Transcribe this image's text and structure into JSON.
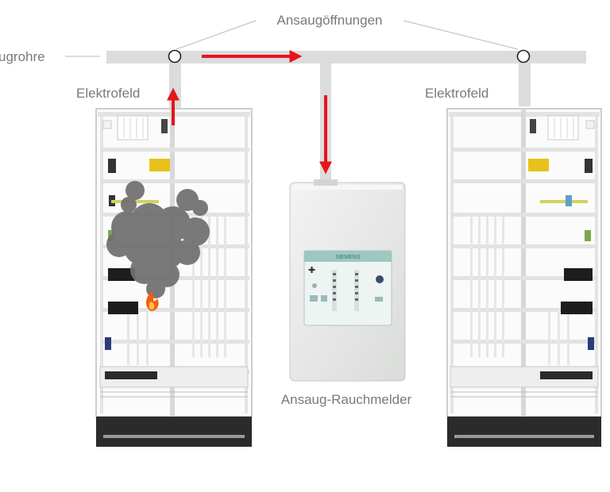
{
  "labels": {
    "intake_openings": "Ansaugöffnungen",
    "intake_pipes": "ugrohre",
    "panel_left": "Elektrofeld",
    "panel_right": "Elektrofeld",
    "detector": "Ansaug-Rauchmelder"
  },
  "detector_brand": "SIEMENS",
  "colors": {
    "pipe": "#dcdcdc",
    "arrow": "#e8141c",
    "label": "#7a7a7a",
    "cabinet_frame": "#bdbdbd",
    "cabinet_base": "#2b2b2b",
    "detector_body": "#e6e8e6",
    "smoke": "#6f6f6f",
    "fire": "#f06010"
  },
  "icons": [
    "smoke-cloud-icon",
    "fire-icon",
    "arrow-icon"
  ]
}
